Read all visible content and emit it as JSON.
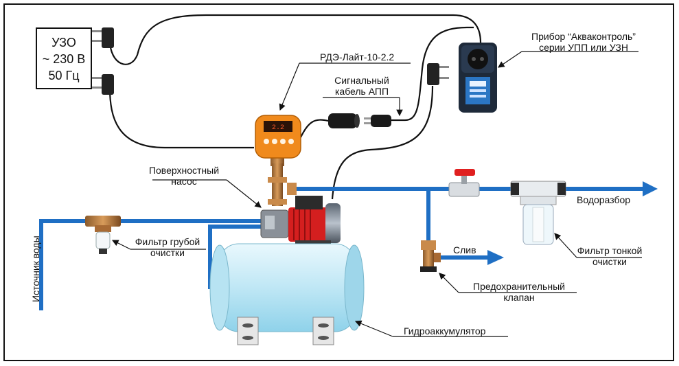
{
  "uzo": {
    "line1": "УЗО",
    "line2": "~ 230 В",
    "line3": "50 Гц"
  },
  "labels": {
    "rde": "РДЭ-Лайт-10-2.2",
    "signal_cable_1": "Сигнальный",
    "signal_cable_2": "кабель АПП",
    "aqua_1": "Прибор “Акваконтроль”",
    "aqua_2": "серии УПП или УЗН",
    "pump_1": "Поверхностный",
    "pump_2": "насос",
    "water_outlet": "Водоразбор",
    "drain": "Слив",
    "coarse_filter_1": "Фильтр грубой",
    "coarse_filter_2": "очистки",
    "fine_filter_1": "Фильтр тонкой",
    "fine_filter_2": "очистки",
    "relief_valve_1": "Предохранительный",
    "relief_valve_2": "клапан",
    "accumulator": "Гидроаккумулятор",
    "water_source": "Источник воды"
  },
  "colors": {
    "pipe": "#1f6fc4",
    "pump_red": "#d41f1f",
    "rde_orange": "#f08a1c",
    "tank": "#cfeef8",
    "device_body": "#1e2a3a"
  }
}
